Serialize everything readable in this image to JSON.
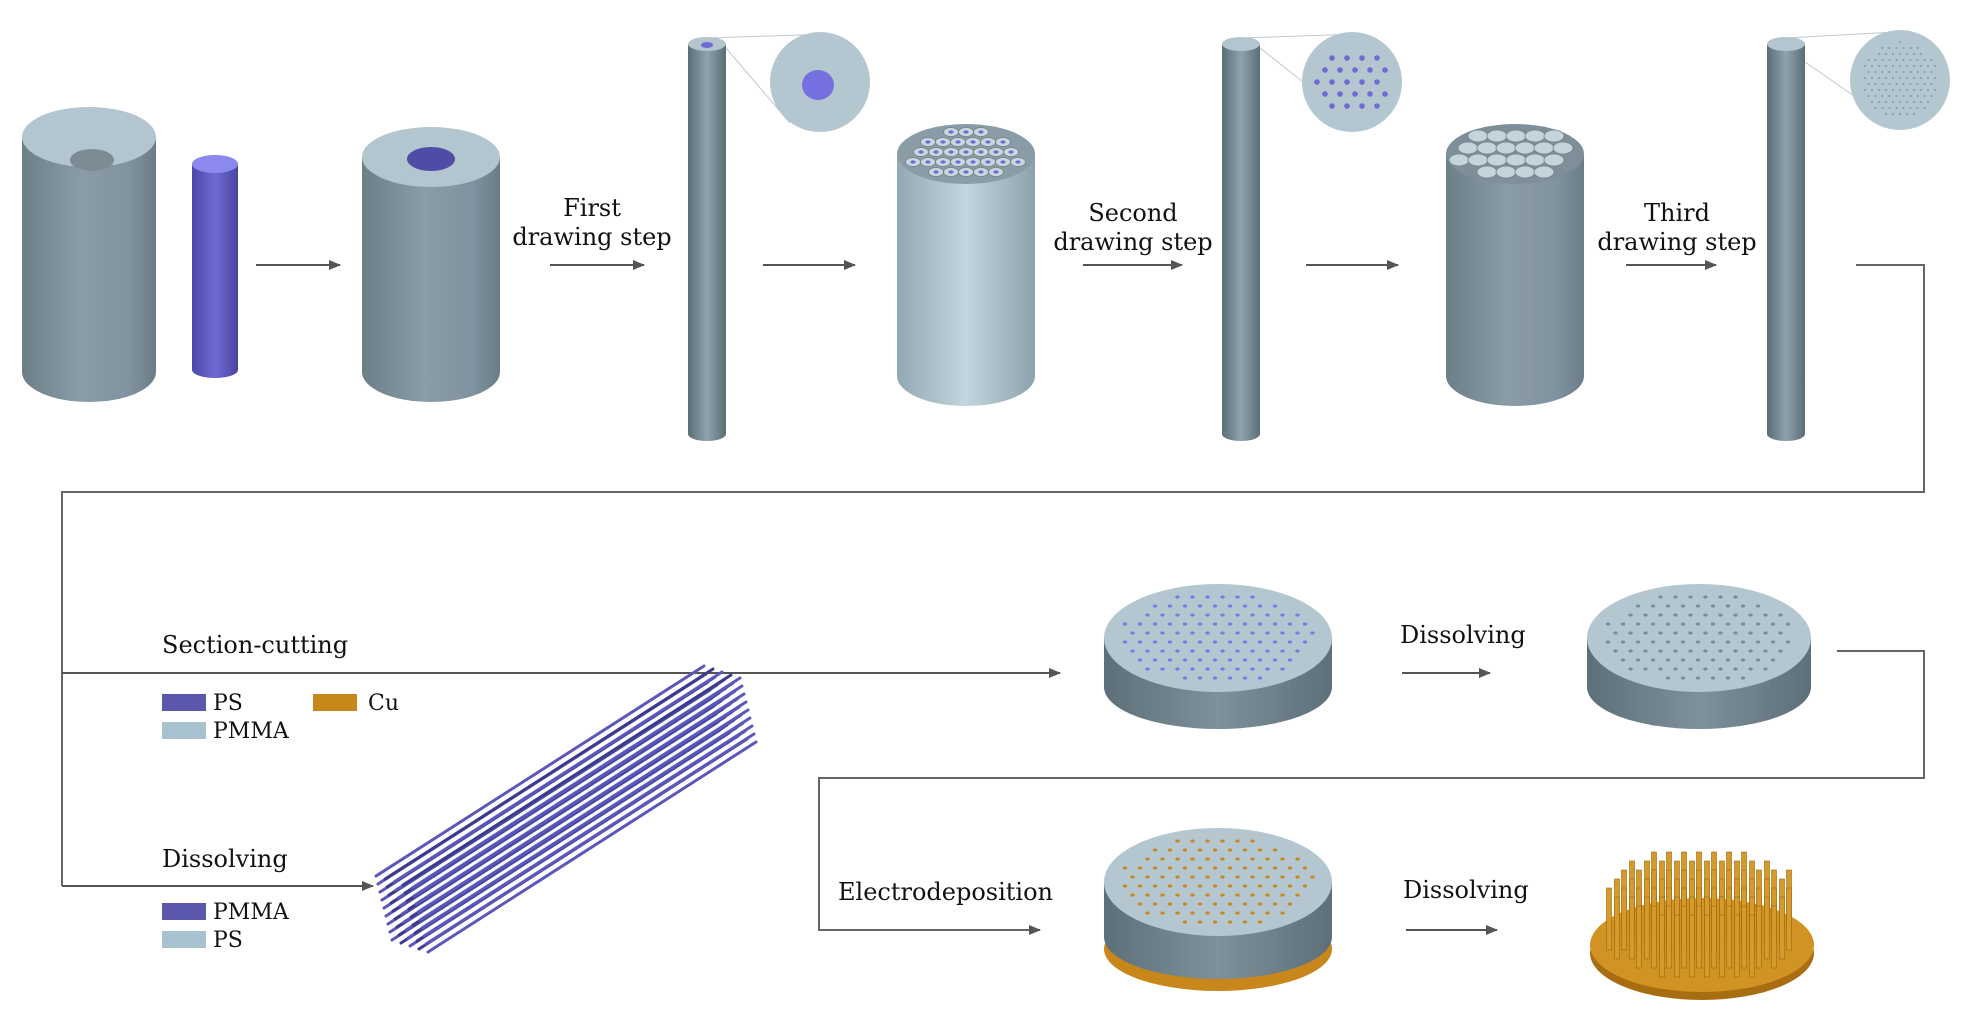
{
  "labels": {
    "first_l1": "First",
    "first_l2": "drawing step",
    "second_l1": "Second",
    "second_l2": "drawing step",
    "third_l1": "Third",
    "third_l2": "drawing step",
    "section_cutting": "Section-cutting",
    "dissolving_a": "Dissolving",
    "dissolving_b": "Dissolving",
    "dissolving_c": "Dissolving",
    "electrodeposition": "Electrodeposition"
  },
  "legend1": [
    {
      "label": "PS",
      "color": "#5a58ad"
    },
    {
      "label": "Cu",
      "color": "#c8871b"
    },
    {
      "label": "PMMA",
      "color": "#a9c2cf"
    }
  ],
  "legend2": [
    {
      "label": "PMMA",
      "color": "#5a58ad"
    },
    {
      "label": "PS",
      "color": "#a9c2cf"
    }
  ],
  "colors": {
    "pmma_top": "#b4c6d0",
    "pmma_side_dark": "#6e8089",
    "pmma_side_light": "#b9ccd6",
    "ps": "#6e6ad6",
    "ps_dark": "#3f3d8f",
    "cu": "#c8871b",
    "arrow": "#555555"
  }
}
